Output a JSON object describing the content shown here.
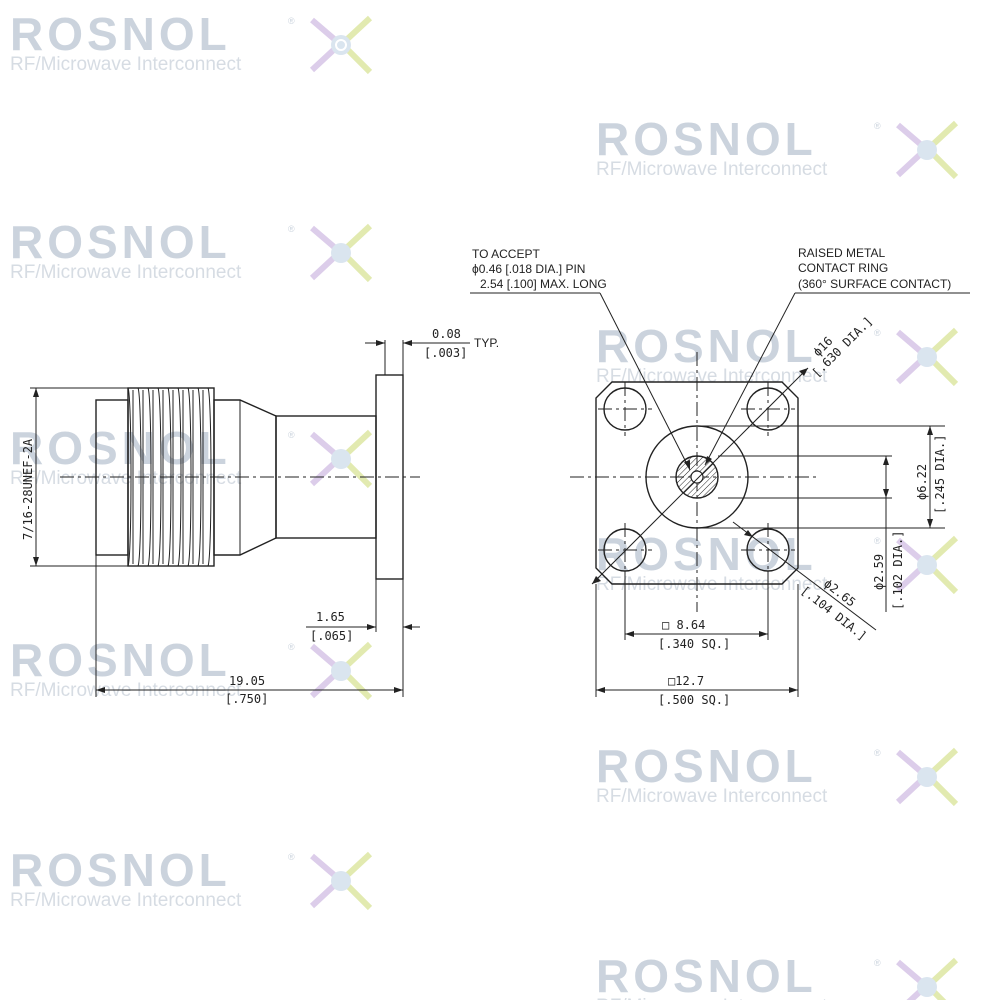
{
  "watermark": {
    "brand": "ROSNOL",
    "tagline": "RF/Microwave Interconnect",
    "registered": "®"
  },
  "side_view": {
    "thread_label": "7/16-28UNEF-2A",
    "flange_thk": "0.08",
    "flange_thk_in": "[.003]",
    "flange_thk_suffix": "TYP.",
    "flange_width": "1.65",
    "flange_width_in": "[.065]",
    "overall_length": "19.05",
    "overall_length_in": "[.750]"
  },
  "front_view": {
    "pin_note": [
      "TO ACCEPT",
      "ϕ0.46 [.018 DIA.] PIN",
      "2.54 [.100] MAX. LONG"
    ],
    "ring_note": [
      "RAISED METAL",
      "CONTACT RING",
      "(360° SURFACE CONTACT)"
    ],
    "dia16": "ϕ16",
    "dia16_in": "[.630 DIA.]",
    "dia622": "ϕ6.22",
    "dia622_in": "[.245 DIA.]",
    "dia259": "ϕ2.59",
    "dia259_in": "[.102 DIA.]",
    "dia265": "ϕ2.65",
    "dia265_in": "[.104 DIA.]",
    "hole_spacing": "□ 8.64",
    "hole_spacing_in": "[.340 SQ.]",
    "flange_square": "□12.7",
    "flange_square_in": "[.500 SQ.]"
  }
}
